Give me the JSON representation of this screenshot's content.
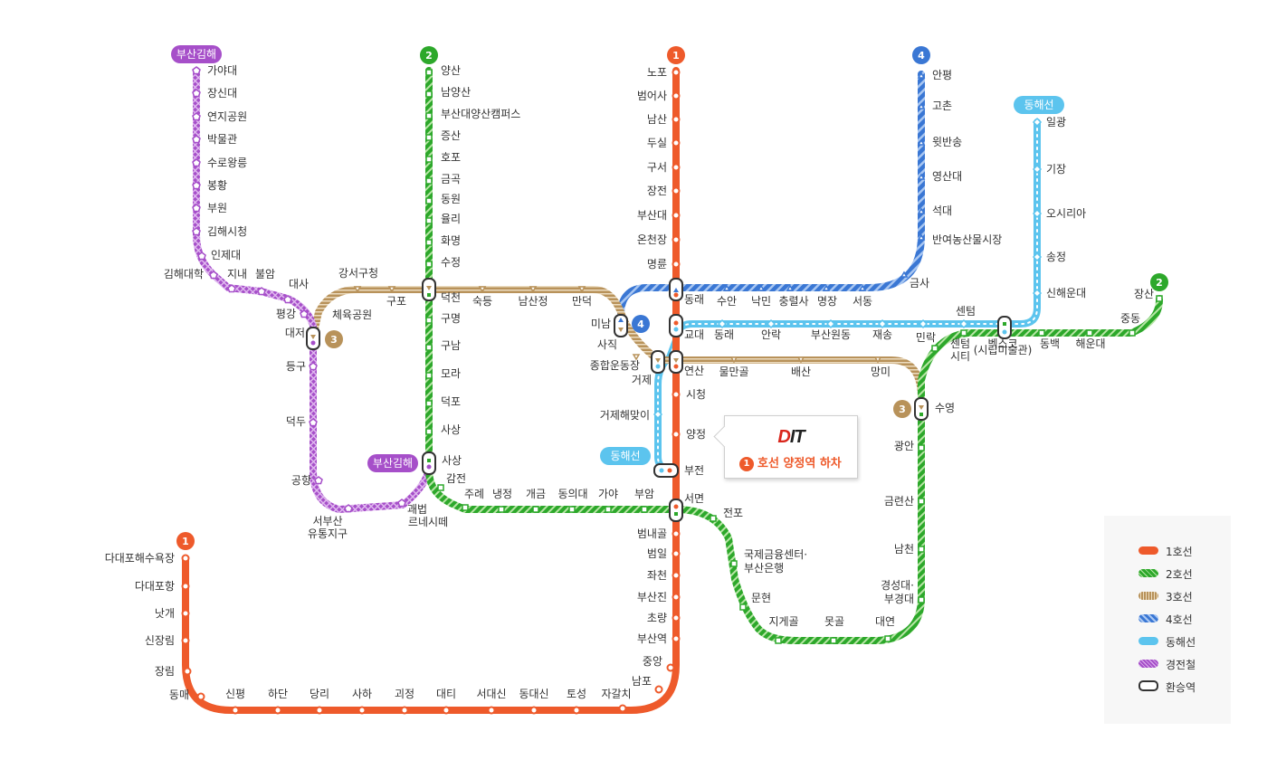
{
  "colors": {
    "line1": "#ee5a2b",
    "line2": "#2da82b",
    "line3": "#b8925a",
    "line4": "#3a77d4",
    "donghae": "#5cc4ee",
    "light_rail": "#a64fc9",
    "transfer": "#333333"
  },
  "badges": {
    "line1": "1",
    "line2": "2",
    "line3": "3",
    "line4": "4",
    "donghae": "동해선",
    "light_rail": "부산김해"
  },
  "callout": {
    "logo": "DIT",
    "line_number": "1",
    "message": "호선 양정역 하차"
  },
  "legend": {
    "items": [
      {
        "key": "line1",
        "label": "1호선"
      },
      {
        "key": "line2",
        "label": "2호선"
      },
      {
        "key": "line3",
        "label": "3호선"
      },
      {
        "key": "line4",
        "label": "4호선"
      },
      {
        "key": "donghae",
        "label": "동해선"
      },
      {
        "key": "light_rail",
        "label": "경전철"
      },
      {
        "key": "transfer",
        "label": "환승역"
      }
    ]
  },
  "stations": {
    "line1_north": [
      "노포",
      "범어사",
      "남산",
      "두실",
      "구서",
      "장전",
      "부산대",
      "온천장",
      "명륜",
      "동래",
      "교대",
      "연산",
      "시청",
      "양정",
      "부전",
      "서면"
    ],
    "line1_south": [
      "범내골",
      "범일",
      "좌천",
      "부산진",
      "초량",
      "부산역",
      "중앙",
      "남포"
    ],
    "line1_west": [
      "다대포해수욕장",
      "다대포항",
      "낫개",
      "신장림",
      "장림",
      "동매",
      "신평",
      "하단",
      "당리",
      "사하",
      "괴정",
      "대티",
      "서대신",
      "동대신",
      "토성",
      "자갈치"
    ],
    "line2_north": [
      "양산",
      "남양산",
      "부산대양산캠퍼스",
      "증산",
      "호포",
      "금곡",
      "동원",
      "율리",
      "화명",
      "수정",
      "덕천",
      "구명",
      "구남",
      "모라",
      "덕포",
      "사상",
      "감전"
    ],
    "line2_middle": [
      "주례",
      "냉정",
      "개금",
      "동의대",
      "가야",
      "부암"
    ],
    "line2_east": [
      "전포",
      "국제금융센터·",
      "부산은행",
      "문현",
      "지게골",
      "못골",
      "대연",
      "경성대·",
      "부경대",
      "남천",
      "금련산",
      "광안",
      "수영",
      "민락",
      "센텀",
      "시티",
      "벡스코",
      "(시립미술관)",
      "동백",
      "해운대",
      "중동",
      "장산"
    ],
    "line3": [
      "강서구청",
      "체육공원",
      "대저",
      "구포",
      "숙등",
      "남산정",
      "만덕",
      "미남",
      "사직",
      "종합운동장",
      "거제",
      "물만골",
      "배산",
      "망미"
    ],
    "line4": [
      "안평",
      "고촌",
      "윗반송",
      "영산대",
      "석대",
      "반여농산물시장",
      "금사",
      "서동",
      "명장",
      "충렬사",
      "낙민",
      "수안"
    ],
    "donghae": [
      "일광",
      "기장",
      "오시리아",
      "송정",
      "신해운대",
      "센텀",
      "재송",
      "부산원동",
      "안락",
      "동래",
      "거제해맞이"
    ],
    "light_rail": [
      "가야대",
      "장신대",
      "연지공원",
      "박물관",
      "수로왕릉",
      "봉황",
      "부원",
      "김해시청",
      "인제대",
      "김해대학",
      "지내",
      "불암",
      "대사",
      "평강",
      "등구",
      "덕두",
      "공항",
      "서부산",
      "유통지구",
      "괘법",
      "르네시떼"
    ]
  }
}
